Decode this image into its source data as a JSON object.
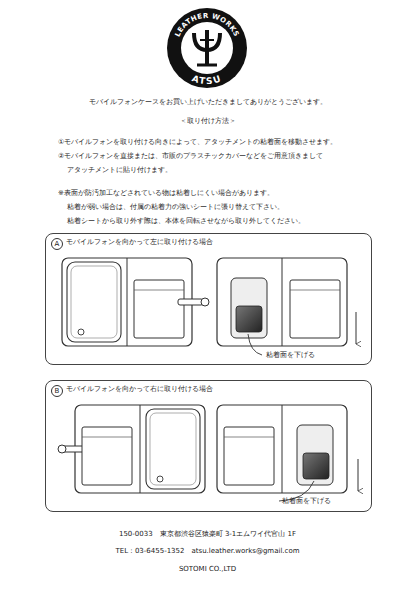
{
  "diagram": {
    "nodes": [
      {
        "text": [
          "A",
          "モバイルフォンを向かって左に取り付ける場合"
        ]
      },
      {
        "text": [
          "B",
          "モバイルフォンを向かって右に取り付ける場合"
        ]
      }
    ],
    "labels": [
      "LEATHER WORKS",
      "ATSU",
      "モバイルフォンケースをお買い上げいただきましてありがとうございます。",
      "＜取り付け方法＞",
      "①モバイルフォンを取り付ける向きによって、アタッチメントの粘着面を移動させます。",
      "②モバイルフォンを直接または、市販のプラスチックカバーなどをご用意頂きまして",
      "アタッチメントに貼り付けます。",
      "※表面が防汚加工などされている物は粘着しにくい場合があります。",
      "粘着が弱い場合は、付属の粘着力の強いシートに張り替えて下さい。",
      "粘着シートから取り外す際は、本体を回転させながら取り外してください。",
      "粘着面を下げる",
      "粘着面を下げる",
      "150-0033　東京都渋谷区猿楽町 3-1エムワイ代官山 1F",
      "TEL : 03-6455-1352　atsu.leather.works@gmail.com",
      "SOTOMI CO.,LTD"
    ]
  }
}
